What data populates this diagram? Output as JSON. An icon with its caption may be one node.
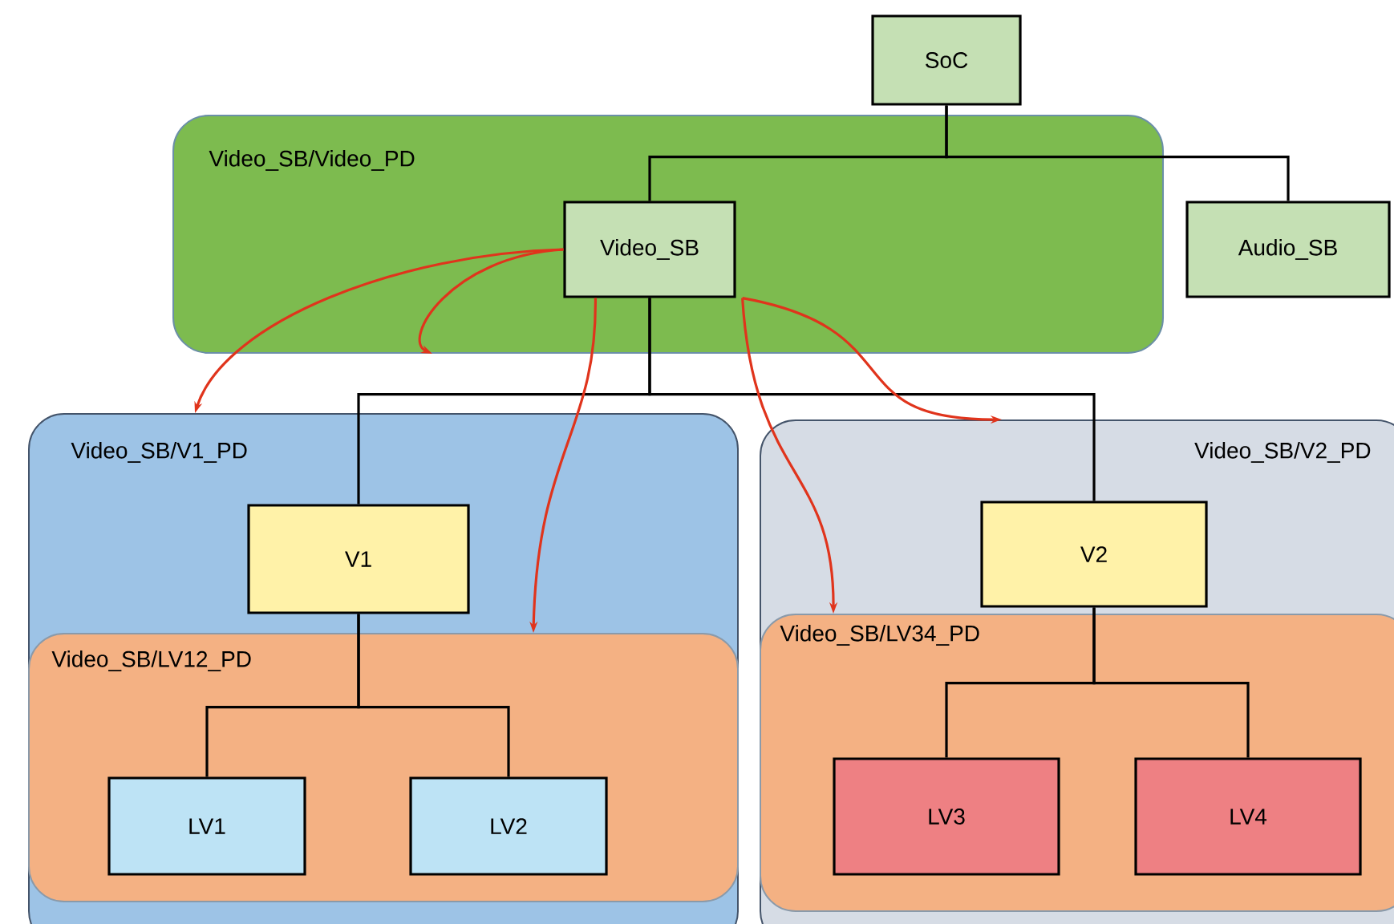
{
  "diagram": {
    "nodes": [
      {
        "text": [
          "SoC"
        ]
      },
      {
        "text": [
          "Video_SB/Video_PD"
        ]
      },
      {
        "text": [
          "Video_SB"
        ],
        "in": 1
      },
      {
        "text": [
          "Audio_SB"
        ]
      },
      {
        "text": [
          "Video_SB/V1_PD"
        ]
      },
      {
        "text": [
          "V1"
        ],
        "in": 4
      },
      {
        "text": [
          "Video_SB/LV12_PD"
        ],
        "in": 4
      },
      {
        "text": [
          "LV1"
        ],
        "in": 6
      },
      {
        "text": [
          "LV2"
        ],
        "in": 6
      },
      {
        "text": [
          "Video_SB/V2_PD"
        ]
      },
      {
        "text": [
          "V2"
        ],
        "in": 9
      },
      {
        "text": [
          "Video_SB/LV34_PD"
        ],
        "in": 9
      },
      {
        "text": [
          "LV3"
        ],
        "in": 11
      },
      {
        "text": [
          "LV4"
        ],
        "in": 11
      }
    ],
    "edges": [
      {
        "from": 0,
        "to": 2,
        "arrow": "none"
      },
      {
        "from": 0,
        "to": 3,
        "arrow": "none"
      },
      {
        "from": 2,
        "to": 5,
        "arrow": "none"
      },
      {
        "from": 2,
        "to": 10,
        "arrow": "none"
      },
      {
        "from": 5,
        "to": 7,
        "arrow": "none"
      },
      {
        "from": 5,
        "to": 8,
        "arrow": "none"
      },
      {
        "from": 10,
        "to": 12,
        "arrow": "none"
      },
      {
        "from": 10,
        "to": 13,
        "arrow": "none"
      },
      {
        "from": 2,
        "to": 4,
        "arrow": "to",
        "color": "#e0341c"
      },
      {
        "from": 2,
        "to": 1,
        "arrow": "to",
        "color": "#e0341c"
      },
      {
        "from": 2,
        "to": 6,
        "arrow": "to",
        "color": "#e0341c"
      },
      {
        "from": 2,
        "to": 11,
        "arrow": "to",
        "color": "#e0341c"
      },
      {
        "from": 2,
        "to": 9,
        "arrow": "to",
        "color": "#e0341c"
      }
    ]
  }
}
